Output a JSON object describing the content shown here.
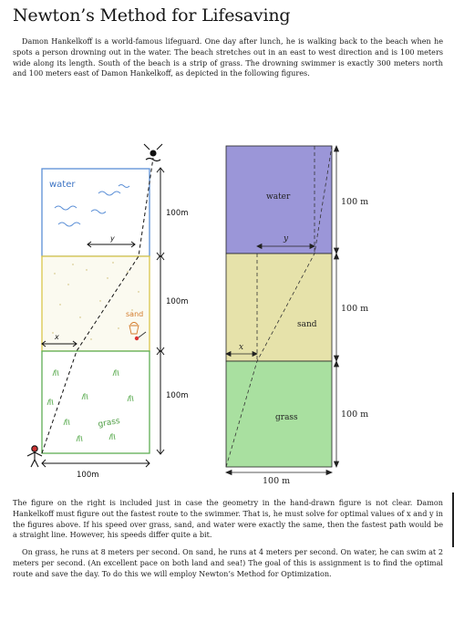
{
  "document": {
    "title": "Newton’s Method for Lifesaving",
    "paragraphs": [
      "Damon Hankelkoff is a world-famous lifeguard. One day after lunch, he is walking back to the beach when he spots a person drowning out in the water. The beach stretches out in an east to west direction and is 100 meters wide along its length. South of the beach is a strip of grass. The drowning swimmer is exactly 300 meters north and 100 meters east of Damon Hankelkoff, as depicted in the following figures.",
      "The figure on the right is included just in case the geometry in the hand-drawn figure is not clear. Damon Hankelkoff must figure out the fastest route to the swimmer. That is, he must solve for optimal values of x and y in the figures above. If his speed over grass, sand, and water were exactly the same, then the fastest path would be a straight line. However, his speeds differ quite a bit.",
      "On grass, he runs at 8 meters per second. On sand, he runs at 4 meters per second. On water, he can swim at 2 meters per second. (An excellent pace on both land and sea!) The goal of this is assignment is to find the optimal route and save the day. To do this we will employ Newton’s Method for Optimization."
    ]
  },
  "hand_figure": {
    "water_label": "water",
    "sand_label": "sand",
    "grass_label": "grass",
    "dim_water": "100m",
    "dim_sand": "100m",
    "dim_grass": "100m",
    "dim_width": "100m",
    "var_x": "x",
    "var_y": "y"
  },
  "clean_figure": {
    "water_label": "water",
    "sand_label": "sand",
    "grass_label": "grass",
    "dim_water": "100 m",
    "dim_sand": "100 m",
    "dim_grass": "100 m",
    "dim_width": "100 m",
    "var_x": "x",
    "var_y": "y",
    "colors": {
      "water": "#9b96d8",
      "sand": "#e6e2aa",
      "grass": "#a9e0a0"
    }
  }
}
